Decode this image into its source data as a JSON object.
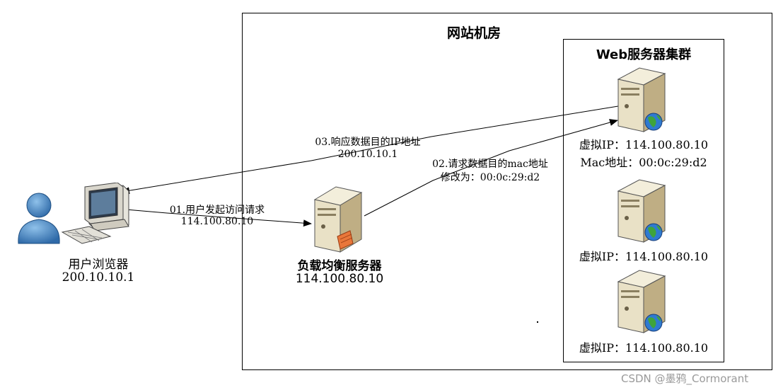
{
  "room": {
    "title": "网站机房"
  },
  "cluster": {
    "title": "Web服务器集群",
    "servers": [
      {
        "ip": "虚拟IP：114.100.80.10",
        "mac": "Mac地址：00:0c:29:d2"
      },
      {
        "ip": "虚拟IP：114.100.80.10"
      },
      {
        "ip": "虚拟IP：114.100.80.10"
      }
    ]
  },
  "client": {
    "name": "用户浏览器",
    "ip": "200.10.10.1"
  },
  "load_balancer": {
    "name": "负载均衡服务器",
    "ip": "114.100.80.10"
  },
  "arrows": {
    "request": {
      "line1": "01.用户发起访问请求",
      "line2": "114.100.80.10"
    },
    "forward": {
      "line1": "02.请求数据目的mac地址",
      "line2": "修改为：00:0c:29:d2"
    },
    "response": {
      "line1": "03.响应数据目的IP地址",
      "line2": "200.10.10.1"
    }
  },
  "watermark": "CSDN @墨鸦_Cormorant"
}
